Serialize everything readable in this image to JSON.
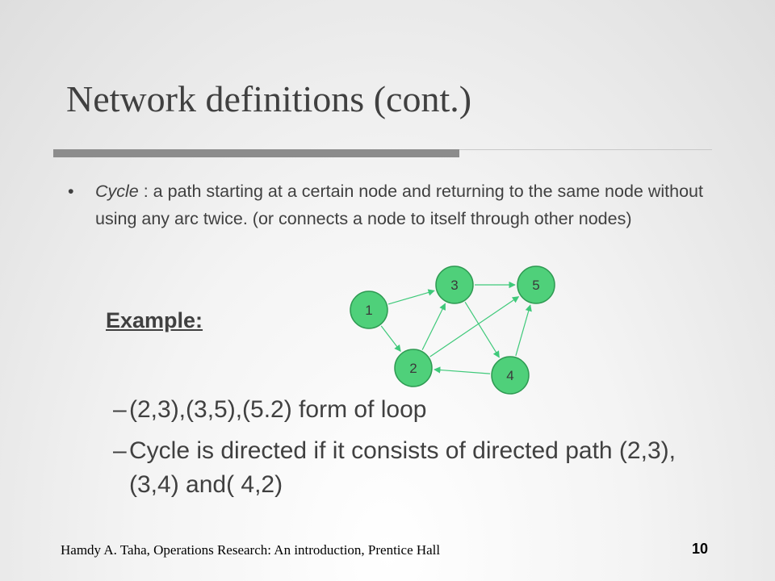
{
  "slide": {
    "title": "Network definitions (cont.)",
    "bullet_1": {
      "marker": "•",
      "term": "Cycle",
      "text": " : a path starting at a certain node and returning to the same node without using any arc twice. (or connects a node to itself through other nodes)"
    },
    "example_label": "Example:",
    "sub_bullets": [
      {
        "marker": "–",
        "text": "(2,3),(3,5),(5.2)  form of loop"
      },
      {
        "marker": "–",
        "text": "Cycle is directed if it consists of directed path (2,3),(3,4) and( 4,2)"
      }
    ],
    "footer": {
      "citation": "Hamdy A. Taha, Operations Research: An introduction, Prentice Hall",
      "page_number": "10"
    }
  },
  "diagram": {
    "node_fill": "#4fd07a",
    "node_stroke": "#2e9a52",
    "arc_color": "#3fc97a",
    "nodes": [
      {
        "id": "1",
        "label": "1"
      },
      {
        "id": "2",
        "label": "2"
      },
      {
        "id": "3",
        "label": "3"
      },
      {
        "id": "4",
        "label": "4"
      },
      {
        "id": "5",
        "label": "5"
      }
    ],
    "arcs": [
      {
        "from": "1",
        "to": "3"
      },
      {
        "from": "1",
        "to": "2"
      },
      {
        "from": "2",
        "to": "3"
      },
      {
        "from": "3",
        "to": "5"
      },
      {
        "from": "3",
        "to": "4"
      },
      {
        "from": "2",
        "to": "5"
      },
      {
        "from": "4",
        "to": "2"
      },
      {
        "from": "4",
        "to": "5"
      }
    ]
  }
}
